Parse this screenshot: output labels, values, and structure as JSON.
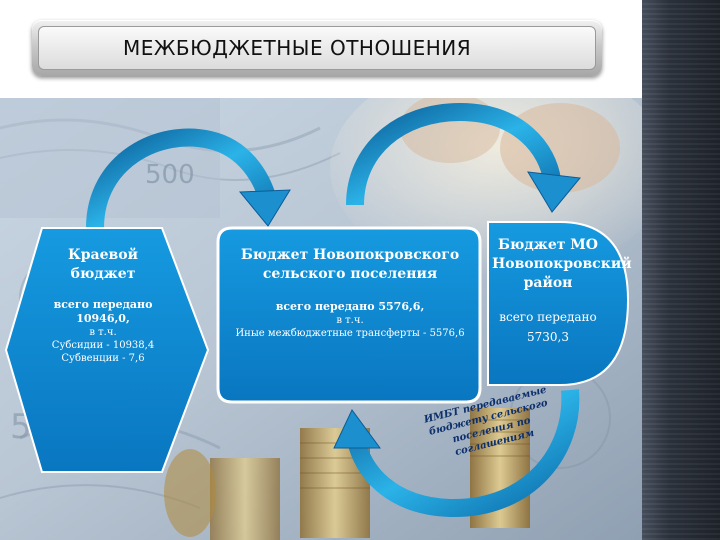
{
  "title": "МЕЖБЮДЖЕТНЫЕ ОТНОШЕНИЯ",
  "colors": {
    "box_fill": "#0c86cf",
    "box_border": "#ffffff",
    "arrow": "#1aa0d8",
    "arrow_dark": "#0b5c96",
    "title_text": "#111111"
  },
  "nodes": {
    "regional": {
      "title": "Краевой бюджет",
      "summary": "всего передано 10946,0,",
      "incl": "в т.ч.",
      "line1": "Субсидии - 10938,4",
      "line2": "Субвенции - 7,6"
    },
    "settlement": {
      "title": "Бюджет Новопокровского сельского поселения",
      "summary": "всего передано 5576,6,",
      "incl": "в т.ч.",
      "line1": "Иные межбюджетные трансферты - 5576,6"
    },
    "district": {
      "title": "Бюджет МО Новопокровский район",
      "summary": "всего передано 5730,3"
    }
  },
  "arrow_label": "ИМБТ передаваемые бюджету сельского поселения по соглашениям"
}
